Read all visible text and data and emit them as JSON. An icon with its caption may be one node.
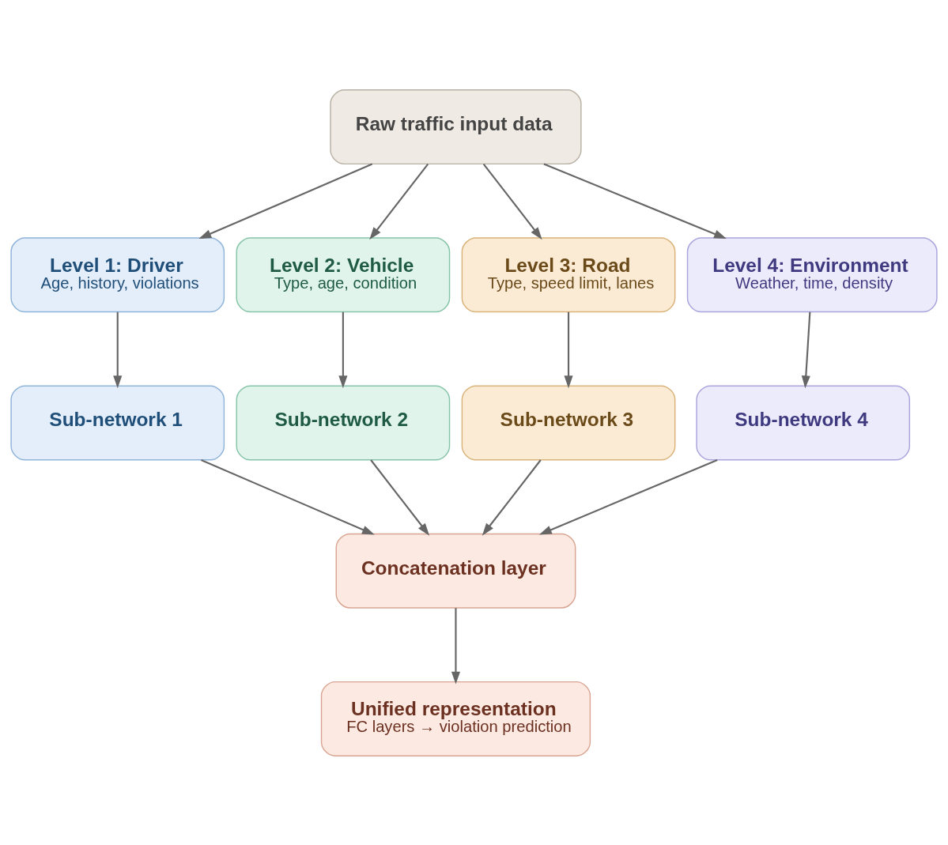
{
  "diagram": {
    "nodes": [
      {
        "text": [
          "Raw traffic input data"
        ]
      },
      {
        "text": [
          "Level 1: Driver",
          "Age, history, violations"
        ]
      },
      {
        "text": [
          "Level 2: Vehicle",
          "Type, age, condition"
        ]
      },
      {
        "text": [
          "Level 3: Road",
          "Type, speed limit, lanes"
        ]
      },
      {
        "text": [
          "Level 4: Environment",
          "Weather, time, density"
        ]
      },
      {
        "text": [
          "Sub-network 1"
        ]
      },
      {
        "text": [
          "Sub-network 2"
        ]
      },
      {
        "text": [
          "Sub-network 3"
        ]
      },
      {
        "text": [
          "Sub-network 4"
        ]
      },
      {
        "text": [
          "Concatenation layer"
        ]
      },
      {
        "text": [
          "Unified representation",
          "FC layers → violation prediction"
        ]
      }
    ],
    "edges": [
      {
        "from": 0,
        "to": 1,
        "arrow": "to"
      },
      {
        "from": 0,
        "to": 2,
        "arrow": "to"
      },
      {
        "from": 0,
        "to": 3,
        "arrow": "to"
      },
      {
        "from": 0,
        "to": 4,
        "arrow": "to"
      },
      {
        "from": 1,
        "to": 5,
        "arrow": "to"
      },
      {
        "from": 2,
        "to": 6,
        "arrow": "to"
      },
      {
        "from": 3,
        "to": 7,
        "arrow": "to"
      },
      {
        "from": 4,
        "to": 8,
        "arrow": "to"
      },
      {
        "from": 5,
        "to": 9,
        "arrow": "to"
      },
      {
        "from": 6,
        "to": 9,
        "arrow": "to"
      },
      {
        "from": 7,
        "to": 9,
        "arrow": "to"
      },
      {
        "from": 8,
        "to": 9,
        "arrow": "to"
      },
      {
        "from": 9,
        "to": 10,
        "arrow": "to"
      }
    ]
  }
}
